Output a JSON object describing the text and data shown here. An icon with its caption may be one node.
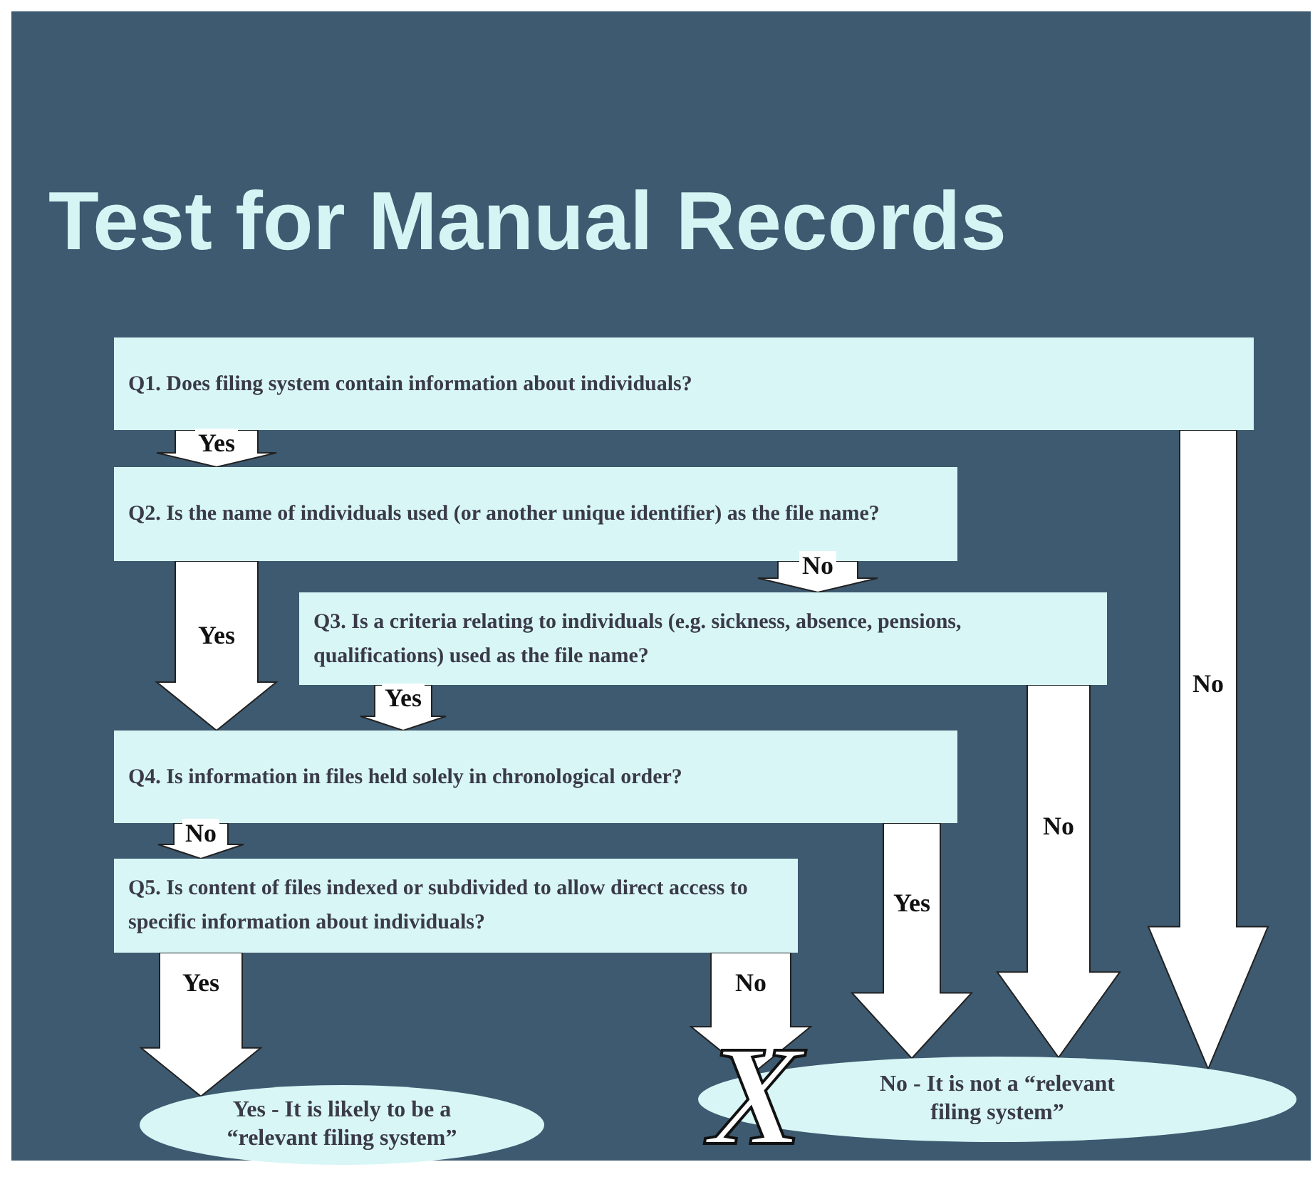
{
  "diagram": {
    "title": "Test for Manual Records",
    "nodes": [
      {
        "text": [
          "Q1. Does filing system contain information about individuals?"
        ]
      },
      {
        "text": [
          "Q2. Is the name of individuals used (or another unique identifier) as the file name?"
        ]
      },
      {
        "text": [
          "Q3. Is a criteria relating to individuals (e.g. sickness, absence, pensions, qualifications) used as the file name?"
        ]
      },
      {
        "text": [
          "Q4. Is information in files held solely in chronological order?"
        ]
      },
      {
        "text": [
          "Q5. Is content of files indexed or subdivided to allow direct access to specific information about individuals?"
        ]
      },
      {
        "text": [
          "Yes - It is likely to be a “relevant filing system”"
        ]
      },
      {
        "text": [
          "No - It is not a “relevant filing system”"
        ]
      }
    ],
    "edges": [
      {
        "from": 0,
        "to": 1,
        "arrow": "to",
        "label": "Yes"
      },
      {
        "from": 1,
        "to": 3,
        "arrow": "to",
        "label": "Yes"
      },
      {
        "from": 1,
        "to": 2,
        "arrow": "to",
        "label": "No"
      },
      {
        "from": 2,
        "to": 3,
        "arrow": "to",
        "label": "Yes"
      },
      {
        "from": 3,
        "to": 4,
        "arrow": "to",
        "label": "No"
      },
      {
        "from": 4,
        "to": 5,
        "arrow": "to",
        "label": "Yes"
      },
      {
        "from": 4,
        "to": 6,
        "arrow": "to",
        "label": "No"
      },
      {
        "from": 3,
        "to": 6,
        "arrow": "to",
        "label": "Yes"
      },
      {
        "from": 2,
        "to": 6,
        "arrow": "to",
        "label": "No"
      },
      {
        "from": 0,
        "to": 6,
        "arrow": "to",
        "label": "No"
      }
    ],
    "labels": [
      "X"
    ]
  }
}
